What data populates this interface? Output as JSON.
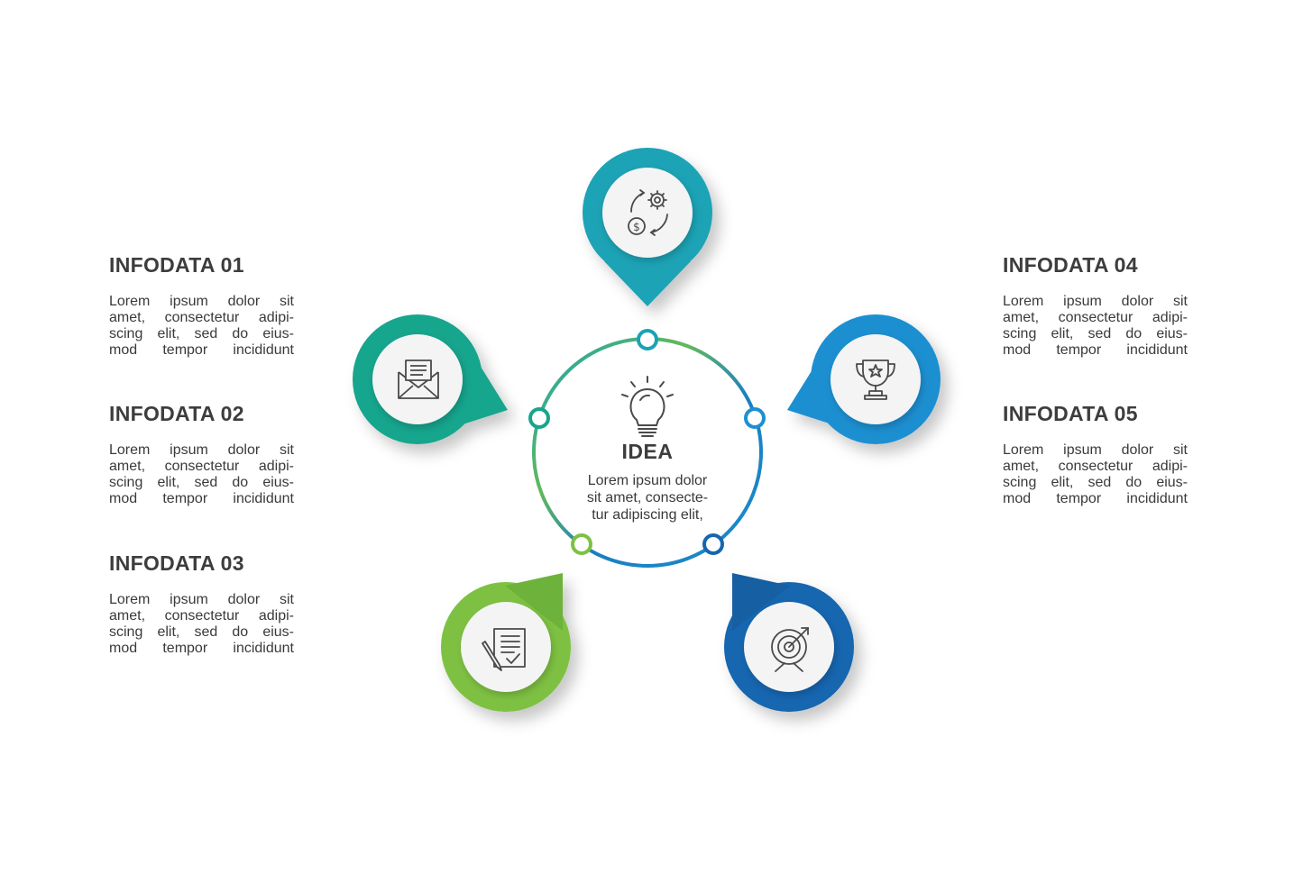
{
  "colors": {
    "teal": "#1aa3b5",
    "teal_green": "#17a58d",
    "green": "#7ec142",
    "blue": "#1f8fd1",
    "navy": "#1666b0",
    "disc": "#f4f4f4",
    "icon_stroke": "#4a4a4a",
    "text": "#3d3d3d"
  },
  "center": {
    "icon": "lightbulb-icon",
    "title": "IDEA",
    "desc_lines": [
      "Lorem ipsum dolor",
      "sit amet, consecte-",
      "tur adipiscing elit,"
    ]
  },
  "items": [
    {
      "title": "INFODATA 01",
      "lines": [
        "Lorem ipsum dolor sit",
        "amet, consectetur adipi-",
        "scing elit, sed do eius-",
        "mod tempor incididunt"
      ],
      "icon": "money-gear-cycle-icon"
    },
    {
      "title": "INFODATA 02",
      "lines": [
        "Lorem ipsum dolor sit",
        "amet, consectetur adipi-",
        "scing elit, sed do eius-",
        "mod tempor incididunt"
      ],
      "icon": "envelope-letter-icon"
    },
    {
      "title": "INFODATA 03",
      "lines": [
        "Lorem ipsum dolor sit",
        "amet, consectetur adipi-",
        "scing elit, sed do eius-",
        "mod tempor incididunt"
      ],
      "icon": "document-pen-icon"
    },
    {
      "title": "INFODATA 04",
      "lines": [
        "Lorem ipsum dolor sit",
        "amet, consectetur adipi-",
        "scing elit, sed do eius-",
        "mod tempor incididunt"
      ],
      "icon": "trophy-icon"
    },
    {
      "title": "INFODATA 05",
      "lines": [
        "Lorem ipsum dolor sit",
        "amet, consectetur adipi-",
        "scing elit, sed do eius-",
        "mod tempor incididunt"
      ],
      "icon": "target-arrow-icon"
    }
  ]
}
